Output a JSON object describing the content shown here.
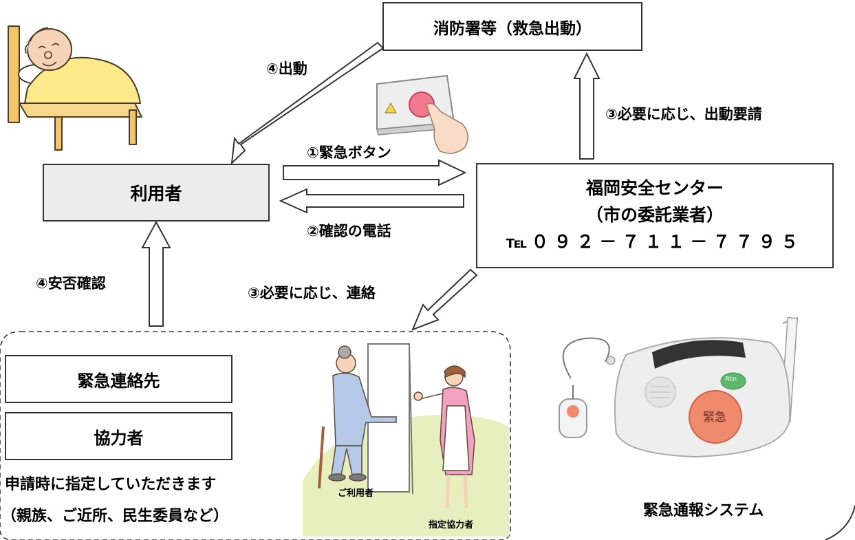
{
  "nodes": {
    "fire_dept": "消防署等（救急出動）",
    "user": "利用者",
    "center": {
      "name": "福岡安全センター",
      "sub": "（市の委託業者）",
      "tel_prefix": "℡",
      "tel_number": "０９２－７１１－７７９５"
    },
    "emergency_contact": "緊急連絡先",
    "cooperator": "協力者"
  },
  "edges": {
    "dispatch": "④出動",
    "emergency_button": "①緊急ボタン",
    "confirm_call": "②確認の電話",
    "request_dispatch": "③必要に応じ、出動要請",
    "contact_if_needed": "③必要に応じ、連絡",
    "safety_check": "④安否確認"
  },
  "notes": {
    "line1": "申請時に指定していただきます",
    "line2": "（親族、ご近所、民生委員など）"
  },
  "illustration_labels": {
    "user": "ご利用者",
    "designated": "指定協力者",
    "device_caption": "緊急通報システム",
    "device_button": "緊急",
    "green_button": "Rtn"
  },
  "colors": {
    "user_box_fill": "#ececec",
    "device_red": "#f08a6c",
    "device_green": "#5db86b",
    "floor": "#e8efbf",
    "blanket": "#fbe98a"
  }
}
